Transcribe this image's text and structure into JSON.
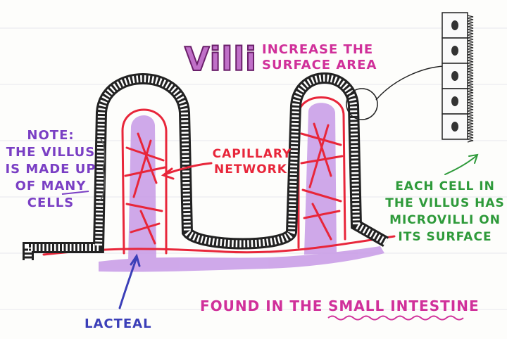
{
  "title": "Villi",
  "subtitle_line1": "INCREASE THE",
  "subtitle_line2": "SURFACE AREA",
  "note": [
    "NOTE:",
    "THE VILLUS",
    "IS MADE UP",
    "OF MANY",
    "CELLS"
  ],
  "capillary_label": [
    "CAPILLARY",
    "NETWORK"
  ],
  "cell_label": [
    "EACH CELL IN",
    "THE VILLUS HAS",
    "MICROVILLI ON",
    "ITS SURFACE"
  ],
  "lacteal_label": "LACTEAL",
  "footer_prefix": "FOUND IN THE",
  "footer_highlight": "SMALL INTESTINE",
  "colors": {
    "title": "#8a2a8a",
    "pink": "#d0309a",
    "purple_text": "#7a3fc4",
    "capillary": "#e8263a",
    "lacteal": "#b46ee0",
    "green": "#2e9a3a",
    "blue": "#3b3fb8",
    "outline": "#222222"
  }
}
